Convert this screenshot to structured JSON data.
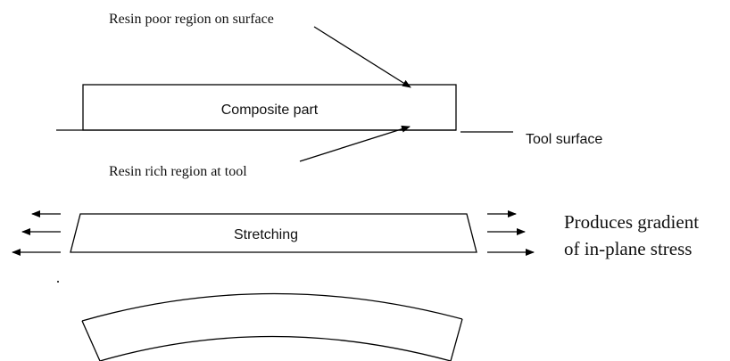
{
  "labels": {
    "resin_poor": "Resin poor region on surface",
    "composite_part": "Composite part",
    "tool_surface": "Tool surface",
    "resin_rich": "Resin rich region at tool",
    "stretching": "Stretching",
    "produces_line1": "Produces gradient",
    "produces_line2": "of in-plane stress"
  },
  "colors": {
    "line": "#000000",
    "text": "#111111",
    "background": "#ffffff"
  }
}
